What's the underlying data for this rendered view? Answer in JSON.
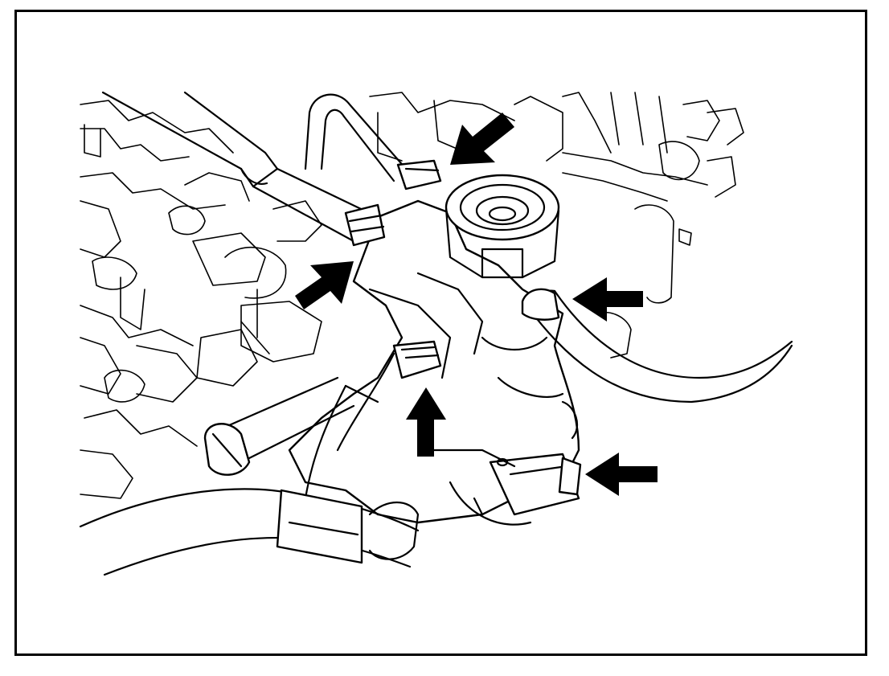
{
  "figure": {
    "border_color": "#000000",
    "background_color": "#ffffff",
    "subject": "engine-bay-line-drawing",
    "arrows": [
      {
        "id": "arrow-top",
        "direction": "down-left"
      },
      {
        "id": "arrow-left-upper",
        "direction": "up-right"
      },
      {
        "id": "arrow-right-upper",
        "direction": "left"
      },
      {
        "id": "arrow-center-lower",
        "direction": "up"
      },
      {
        "id": "arrow-right-lower",
        "direction": "left"
      }
    ]
  }
}
